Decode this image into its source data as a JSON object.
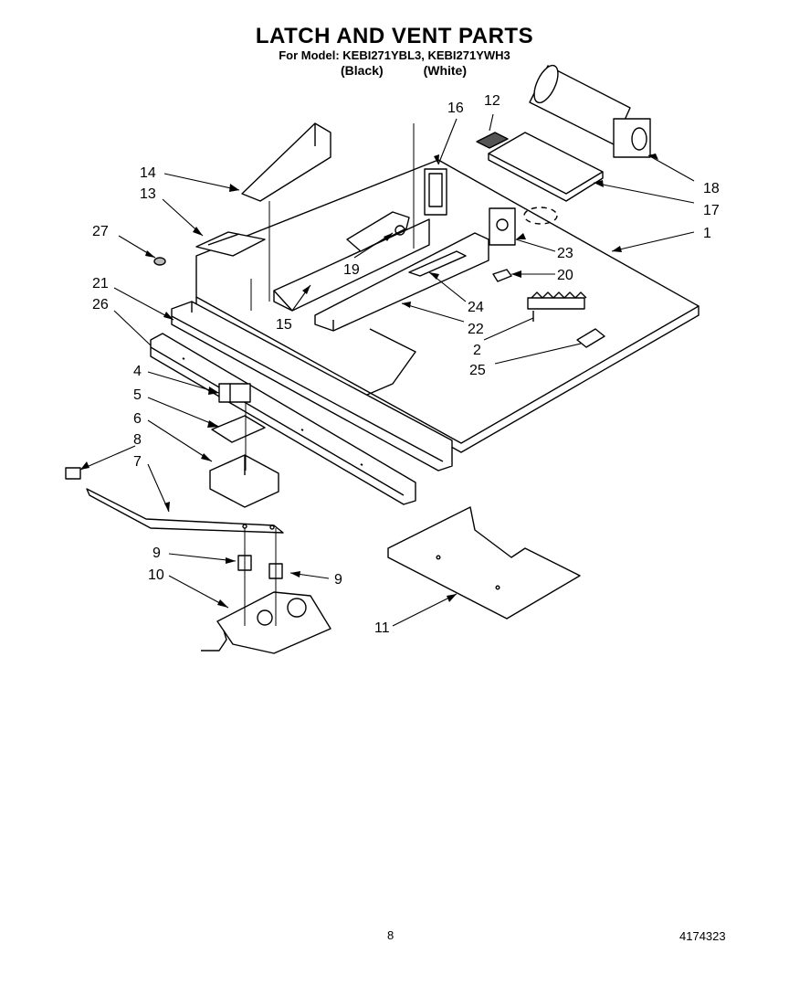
{
  "header": {
    "title": "LATCH AND VENT PARTS",
    "model_line": "For Model: KEBI271YBL3,  KEBI271YWH3",
    "color_black": "(Black)",
    "color_white": "(White)"
  },
  "callouts": {
    "c1": "1",
    "c2": "2",
    "c4": "4",
    "c5": "5",
    "c6": "6",
    "c7": "7",
    "c8": "8",
    "c9a": "9",
    "c9b": "9",
    "c10": "10",
    "c11": "11",
    "c12": "12",
    "c13": "13",
    "c14": "14",
    "c15": "15",
    "c16": "16",
    "c17": "17",
    "c18": "18",
    "c19": "19",
    "c20": "20",
    "c21": "21",
    "c22": "22",
    "c23": "23",
    "c24": "24",
    "c25": "25",
    "c26": "26",
    "c27": "27"
  },
  "footer": {
    "page_number": "8",
    "document_code": "4174323"
  }
}
